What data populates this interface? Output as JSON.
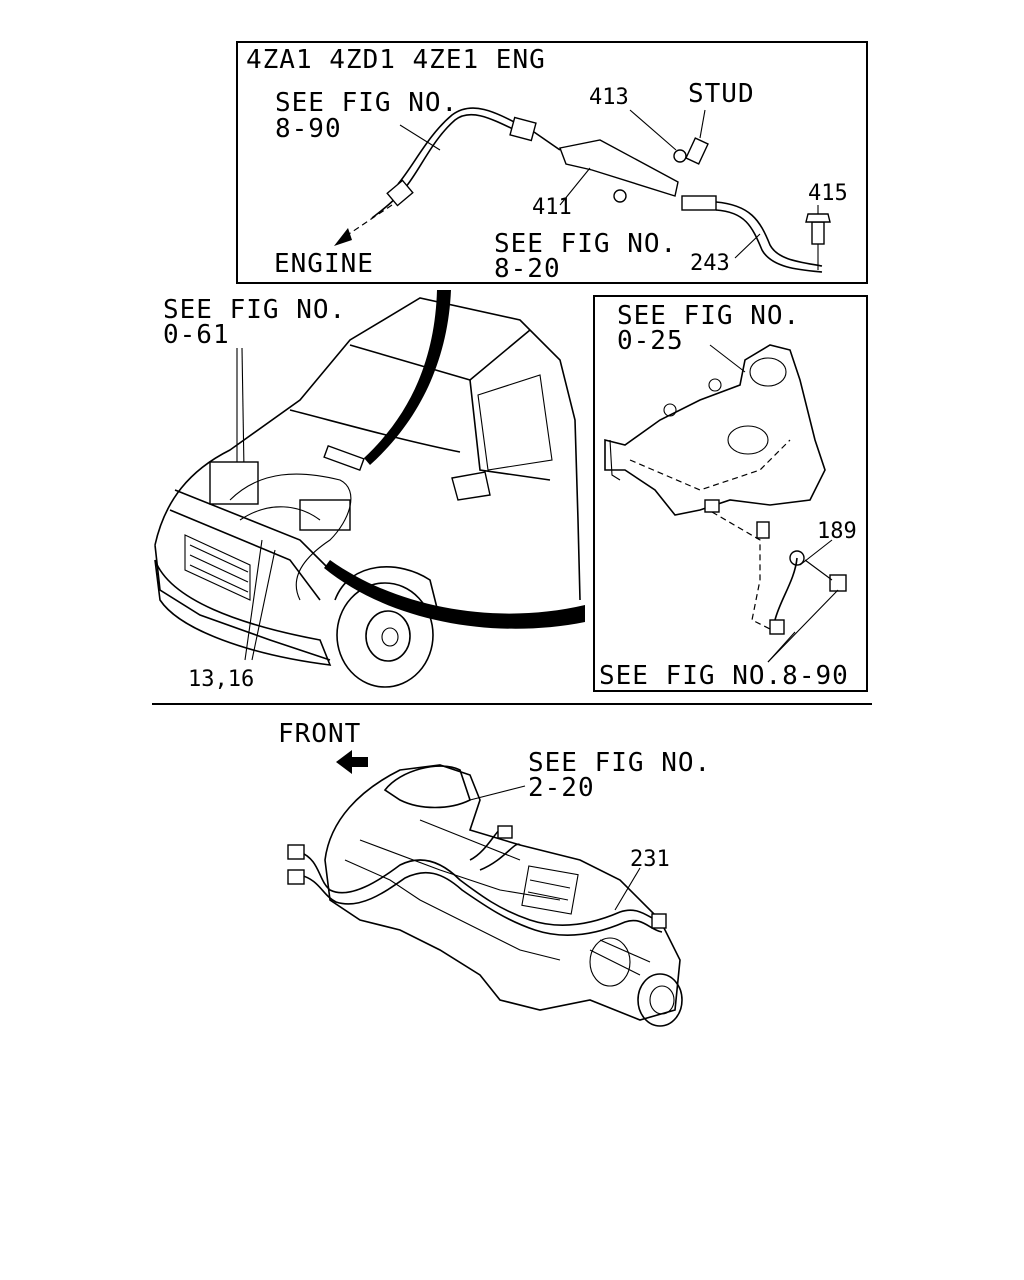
{
  "top_panel": {
    "engine_title": "4ZA1 4ZD1 4ZE1 ENG",
    "see_fig_890_line1": "SEE FIG NO.",
    "see_fig_890_line2": "8-90",
    "engine_label": "ENGINE",
    "see_fig_820_line1": "SEE FIG NO.",
    "see_fig_820_line2": "8-20",
    "stud_label": "STUD",
    "part_413": "413",
    "part_411": "411",
    "part_415": "415",
    "part_243": "243"
  },
  "vehicle_view": {
    "see_fig_061_line1": "SEE FIG NO.",
    "see_fig_061_line2": "0-61",
    "part_13_16": "13,16"
  },
  "manifold_panel": {
    "see_fig_025_line1": "SEE FIG NO.",
    "see_fig_025_line2": "0-25",
    "part_189": "189",
    "see_fig_890_bottom": "SEE FIG NO.8-90"
  },
  "transmission_view": {
    "front_label": "FRONT",
    "see_fig_220_line1": "SEE FIG NO.",
    "see_fig_220_line2": "2-20",
    "part_231": "231"
  }
}
